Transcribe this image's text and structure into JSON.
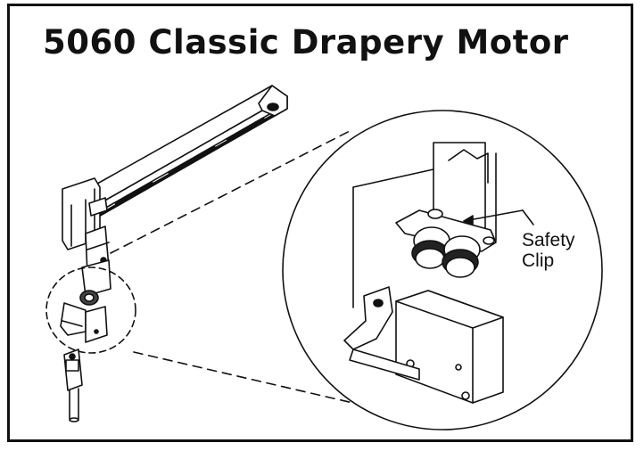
{
  "title": "5060 Classic Drapery Motor",
  "callout": {
    "line1": "Safety",
    "line2": "Clip"
  }
}
